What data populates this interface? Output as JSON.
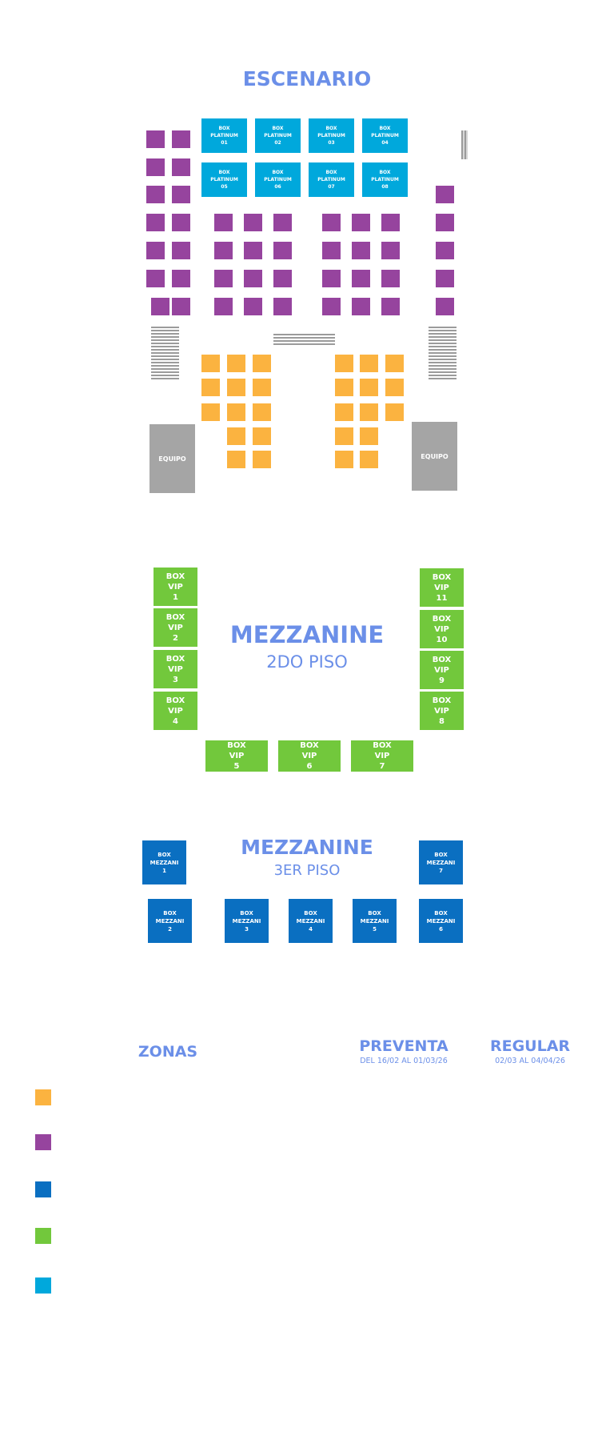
{
  "stage": {
    "label": "ESCENARIO"
  },
  "box_platinum": [
    {
      "l1": "BOX",
      "l2": "PLATINUM",
      "num": "01"
    },
    {
      "l1": "BOX",
      "l2": "PLATINUM",
      "num": "02"
    },
    {
      "l1": "BOX",
      "l2": "PLATINUM",
      "num": "03"
    },
    {
      "l1": "BOX",
      "l2": "PLATINUM",
      "num": "04"
    },
    {
      "l1": "BOX",
      "l2": "PLATINUM",
      "num": "05"
    },
    {
      "l1": "BOX",
      "l2": "PLATINUM",
      "num": "06"
    },
    {
      "l1": "BOX",
      "l2": "PLATINUM",
      "num": "07"
    },
    {
      "l1": "BOX",
      "l2": "PLATINUM",
      "num": "08"
    }
  ],
  "equipment": {
    "left_label": "EQUIPO",
    "right_label": "EQUIPO"
  },
  "mezzanine_2": {
    "title": "MEZZANINE",
    "subtitle": "2DO PISO",
    "boxes": [
      {
        "l1": "BOX",
        "l2": "VIP",
        "num": "1"
      },
      {
        "l1": "BOX",
        "l2": "VIP",
        "num": "2"
      },
      {
        "l1": "BOX",
        "l2": "VIP",
        "num": "3"
      },
      {
        "l1": "BOX",
        "l2": "VIP",
        "num": "4"
      },
      {
        "l1": "BOX",
        "l2": "VIP",
        "num": "5"
      },
      {
        "l1": "BOX",
        "l2": "VIP",
        "num": "6"
      },
      {
        "l1": "BOX",
        "l2": "VIP",
        "num": "7"
      },
      {
        "l1": "BOX",
        "l2": "VIP",
        "num": "8"
      },
      {
        "l1": "BOX",
        "l2": "VIP",
        "num": "9"
      },
      {
        "l1": "BOX",
        "l2": "VIP",
        "num": "10"
      },
      {
        "l1": "BOX",
        "l2": "VIP",
        "num": "11"
      }
    ]
  },
  "mezzanine_3": {
    "title": "MEZZANINE",
    "subtitle": "3ER PISO",
    "boxes": [
      {
        "l1": "BOX",
        "l2": "MEZZANI",
        "num": "1"
      },
      {
        "l1": "BOX",
        "l2": "MEZZANI",
        "num": "2"
      },
      {
        "l1": "BOX",
        "l2": "MEZZANI",
        "num": "3"
      },
      {
        "l1": "BOX",
        "l2": "MEZZANI",
        "num": "4"
      },
      {
        "l1": "BOX",
        "l2": "MEZZANI",
        "num": "5"
      },
      {
        "l1": "BOX",
        "l2": "MEZZANI",
        "num": "6"
      },
      {
        "l1": "BOX",
        "l2": "MEZZANI",
        "num": "7"
      }
    ]
  },
  "legend": {
    "zones_header": "ZONAS",
    "presale_header": "PREVENTA",
    "presale_dates": "DEL 16/02 AL 01/03/26",
    "regular_header": "REGULAR",
    "regular_dates": "02/03 AL 04/04/26",
    "zones": [
      {
        "color": "#fbb340"
      },
      {
        "color": "#96449e"
      },
      {
        "color": "#0a6fc1"
      },
      {
        "color": "#72c83c"
      },
      {
        "color": "#00a8dc"
      }
    ]
  },
  "colors": {
    "title": "#6b8fe8",
    "purple": "#96449e",
    "orange": "#fbb340",
    "platinum": "#00a8dc",
    "vip": "#72c83c",
    "mezzani": "#0a6fc1",
    "equipo": "#a5a5a5"
  }
}
